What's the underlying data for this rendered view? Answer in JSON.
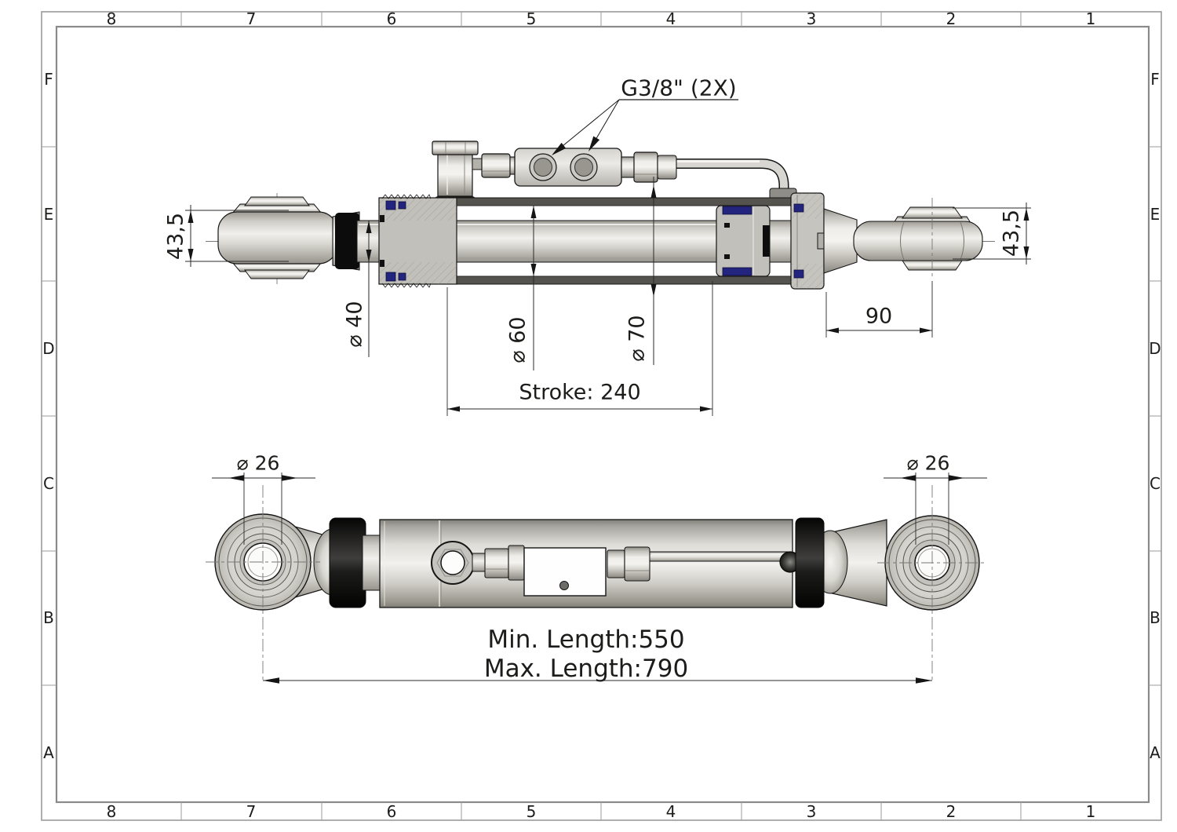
{
  "frame": {
    "columns": [
      "8",
      "7",
      "6",
      "5",
      "4",
      "3",
      "2",
      "1"
    ],
    "rows": [
      "F",
      "E",
      "D",
      "C",
      "B",
      "A"
    ]
  },
  "top_view": {
    "port_label": "G3/8\" (2X)",
    "dim_left_width": "43,5",
    "dim_right_width": "43,5",
    "dim_rod": "⌀ 40",
    "dim_bore": "⌀ 60",
    "dim_barrel": "⌀ 70",
    "dim_eye_offset": "90",
    "dim_stroke": "Stroke: 240"
  },
  "bottom_view": {
    "dim_left_eye": "⌀ 26",
    "dim_right_eye": "⌀ 26",
    "dim_min_length": "Min. Length:550",
    "dim_max_length": "Max. Length:790"
  },
  "colors": {
    "outline": "#1a1a1a",
    "seal_blue": "#23247d",
    "boot_black": "#0c0c0c",
    "metal_light": "#f2f1ed",
    "metal_dark": "#8a8780",
    "frame_gray": "#9b9b9b"
  }
}
